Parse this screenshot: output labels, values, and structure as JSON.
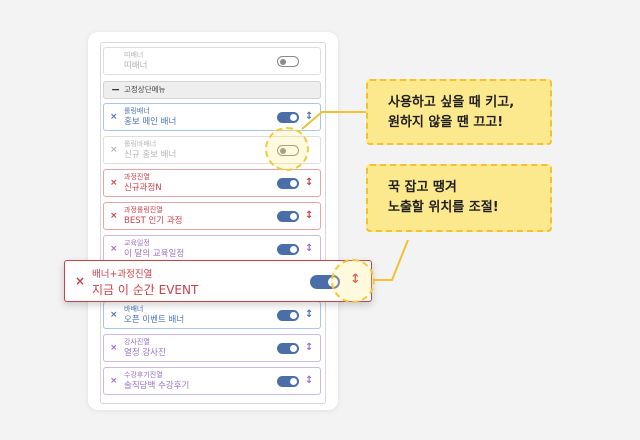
{
  "items": [
    {
      "top_label": "띠배너",
      "main_label": "띠배너",
      "status": "off",
      "color": "gray"
    },
    {
      "group_label": "고정상단메뉴"
    },
    {
      "top_label": "롤링배너",
      "main_label": "홍보 메인 배너",
      "status": "on",
      "color": "blue"
    },
    {
      "top_label": "롤링바배너",
      "main_label": "신규 홍보 배너",
      "status": "off",
      "color": "gray"
    },
    {
      "top_label": "과정진열",
      "main_label": "신규과정N",
      "status": "on",
      "color": "red"
    },
    {
      "top_label": "과정롤링진열",
      "main_label": "BEST 인기 과정",
      "status": "on",
      "color": "red"
    },
    {
      "top_label": "교육일정",
      "main_label": "이 달의 교육일정",
      "status": "on",
      "color": "purple"
    },
    {
      "top_label": "바배너",
      "main_label": "오픈 이벤트 배너",
      "status": "on",
      "color": "blue"
    },
    {
      "top_label": "강사진열",
      "main_label": "열정 강사진",
      "status": "on",
      "color": "purple"
    },
    {
      "top_label": "수강후기진열",
      "main_label": "솔직담백 수강후기",
      "status": "on",
      "color": "purple"
    }
  ],
  "dragged_item": {
    "top_label": "배너+과정진열",
    "main_label": "지금 이 순간 EVENT",
    "status": "on",
    "color": "red"
  },
  "icons": {
    "delete": "×",
    "move": "↕",
    "group_collapse": "−"
  },
  "callouts": {
    "toggle_tip": [
      "사용하고 싶을 때 키고,",
      "원하지 않을 땐 끄고!"
    ],
    "drag_tip": [
      "꾹 잡고 땡겨",
      "노출할 위치를 조절!"
    ]
  },
  "colors": {
    "blue": "#4b74b8",
    "red": "#c8424a",
    "purple": "#9a6fcc",
    "toggle_on": "#4a6fa8",
    "callout_bg": "#fde98d",
    "callout_border": "#f0c232"
  }
}
